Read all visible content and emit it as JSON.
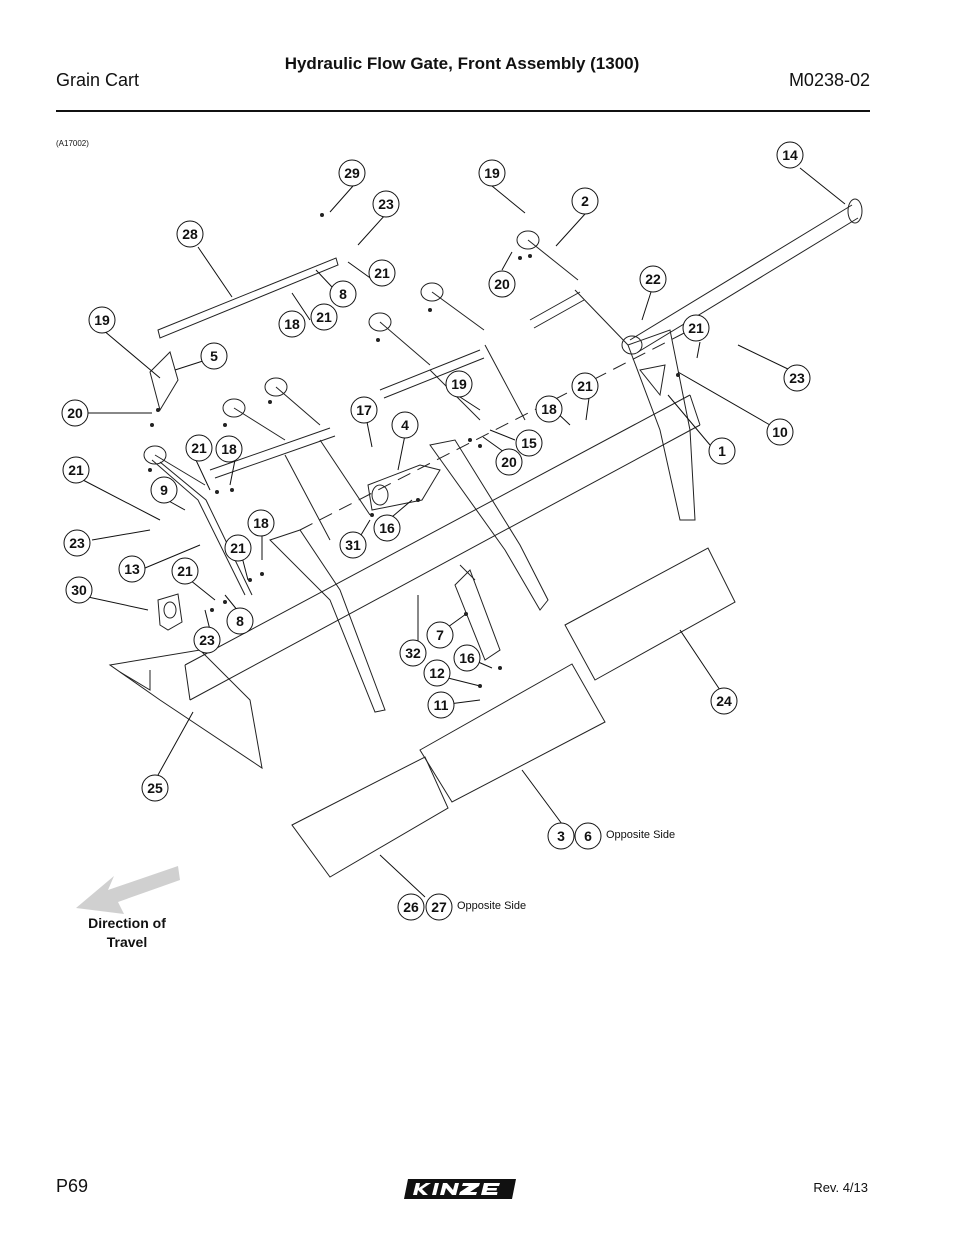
{
  "header": {
    "left": "Grain Cart",
    "title": "Hydraulic Flow Gate, Front Assembly (1300)",
    "right": "M0238-02"
  },
  "figure": {
    "id": "(A17002)",
    "callouts": [
      {
        "num": "29"
      },
      {
        "num": "23"
      },
      {
        "num": "19"
      },
      {
        "num": "2"
      },
      {
        "num": "14"
      },
      {
        "num": "28"
      },
      {
        "num": "21"
      },
      {
        "num": "8"
      },
      {
        "num": "20"
      },
      {
        "num": "22"
      },
      {
        "num": "18"
      },
      {
        "num": "21"
      },
      {
        "num": "19"
      },
      {
        "num": "5"
      },
      {
        "num": "21"
      },
      {
        "num": "23"
      },
      {
        "num": "20"
      },
      {
        "num": "19"
      },
      {
        "num": "21"
      },
      {
        "num": "17"
      },
      {
        "num": "18"
      },
      {
        "num": "10"
      },
      {
        "num": "4"
      },
      {
        "num": "15"
      },
      {
        "num": "1"
      },
      {
        "num": "21"
      },
      {
        "num": "18"
      },
      {
        "num": "20"
      },
      {
        "num": "21"
      },
      {
        "num": "9"
      },
      {
        "num": "18"
      },
      {
        "num": "16"
      },
      {
        "num": "23"
      },
      {
        "num": "21"
      },
      {
        "num": "31"
      },
      {
        "num": "13"
      },
      {
        "num": "21"
      },
      {
        "num": "30"
      },
      {
        "num": "8"
      },
      {
        "num": "7"
      },
      {
        "num": "23"
      },
      {
        "num": "32"
      },
      {
        "num": "16"
      },
      {
        "num": "12"
      },
      {
        "num": "24"
      },
      {
        "num": "11"
      },
      {
        "num": "25"
      },
      {
        "num": "3"
      },
      {
        "num": "6"
      },
      {
        "num": "26"
      },
      {
        "num": "27"
      }
    ],
    "notes": {
      "opposite_side_a": "Opposite Side",
      "opposite_side_b": "Opposite Side"
    },
    "direction_label_line1": "Direction of",
    "direction_label_line2": "Travel",
    "arrow_color": "#d0d0d0"
  },
  "footer": {
    "page": "P69",
    "brand": "KINZE",
    "revision": "Rev. 4/13"
  }
}
